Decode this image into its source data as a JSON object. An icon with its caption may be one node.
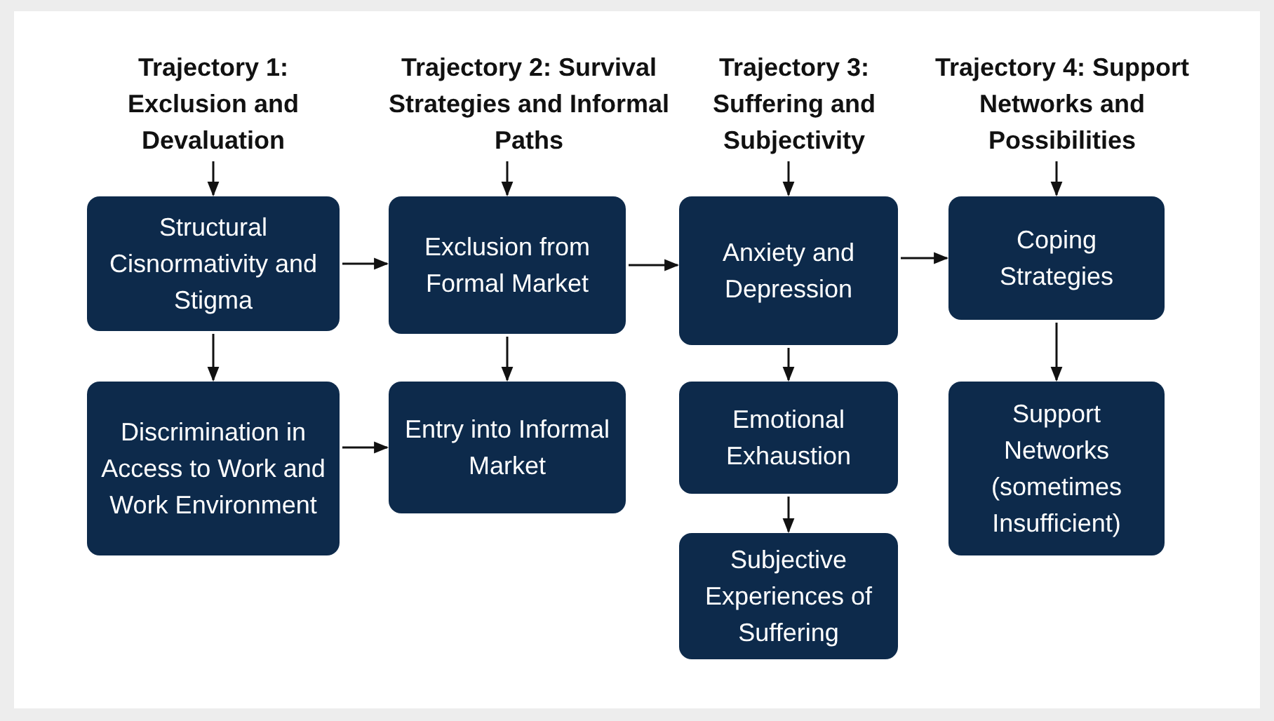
{
  "diagram": {
    "nodes": [
      {
        "text": [
          "Trajectory 1: Exclusion and Devaluation"
        ]
      },
      {
        "text": [
          "Trajectory 2: Survival Strategies and Informal Paths"
        ]
      },
      {
        "text": [
          "Trajectory 3: Suffering and Subjectivity"
        ]
      },
      {
        "text": [
          "Trajectory 4: Support Networks and Possibilities"
        ]
      },
      {
        "text": [
          "Structural Cisnormativity and Stigma"
        ]
      },
      {
        "text": [
          "Exclusion from Formal Market"
        ]
      },
      {
        "text": [
          "Anxiety and Depression"
        ]
      },
      {
        "text": [
          "Coping Strategies"
        ]
      },
      {
        "text": [
          "Discrimination in Access to Work and Work Environment"
        ]
      },
      {
        "text": [
          "Entry into Informal Market"
        ]
      },
      {
        "text": [
          "Emotional Exhaustion"
        ]
      },
      {
        "text": [
          "Support Networks (sometimes Insufficient)"
        ]
      },
      {
        "text": [
          "Subjective Experiences of Suffering"
        ]
      }
    ],
    "edges": [
      {
        "from": 0,
        "to": 4,
        "arrow": "to"
      },
      {
        "from": 1,
        "to": 5,
        "arrow": "to"
      },
      {
        "from": 2,
        "to": 6,
        "arrow": "to"
      },
      {
        "from": 3,
        "to": 7,
        "arrow": "to"
      },
      {
        "from": 4,
        "to": 5,
        "arrow": "to"
      },
      {
        "from": 5,
        "to": 6,
        "arrow": "to"
      },
      {
        "from": 6,
        "to": 7,
        "arrow": "to"
      },
      {
        "from": 4,
        "to": 8,
        "arrow": "to"
      },
      {
        "from": 5,
        "to": 9,
        "arrow": "to"
      },
      {
        "from": 6,
        "to": 10,
        "arrow": "to"
      },
      {
        "from": 7,
        "to": 11,
        "arrow": "to"
      },
      {
        "from": 8,
        "to": 9,
        "arrow": "to"
      },
      {
        "from": 10,
        "to": 12,
        "arrow": "to"
      }
    ]
  }
}
